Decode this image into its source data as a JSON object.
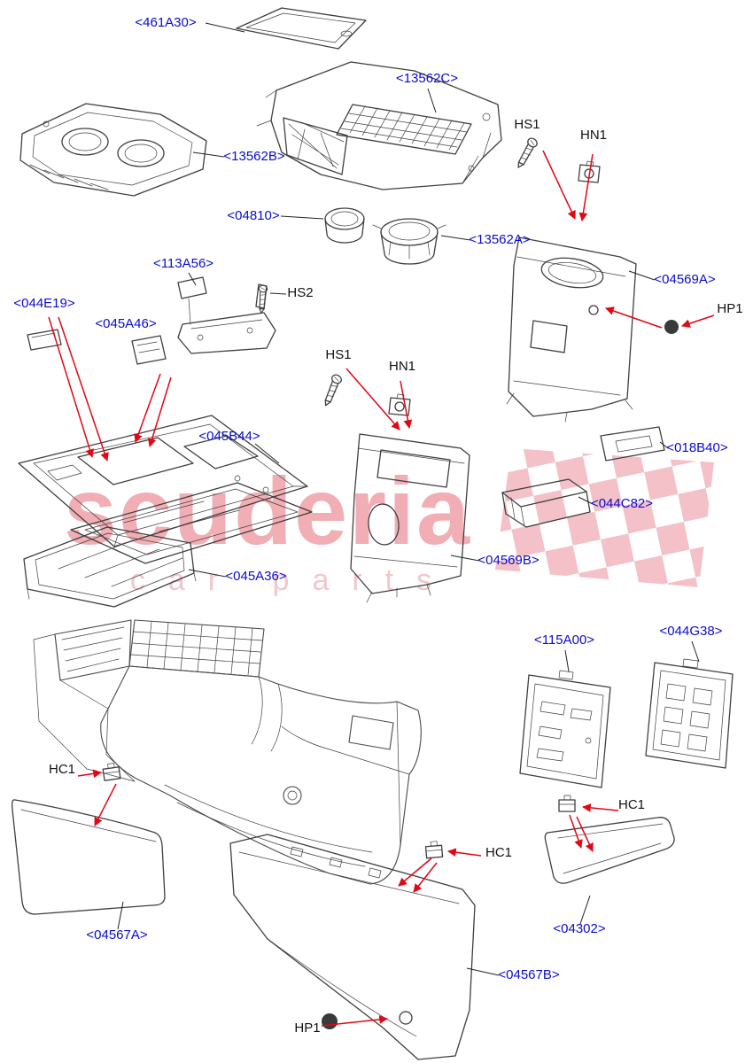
{
  "diagram": {
    "type": "exploded-parts-diagram",
    "subject": "Vehicle centre console components and fixings"
  },
  "watermark": {
    "brand": "scuderia",
    "subtitle": "car parts",
    "brand_color": "#ee9aa2",
    "subtitle_color": "#f3c3c8",
    "flag_color": "#f2bac1"
  },
  "colors": {
    "background": "#ffffff",
    "part_number_blue": "#0b0bcf",
    "hardware_label": "#111111",
    "leader_red": "#e30613",
    "leader_black": "#222222",
    "line_gray": "#3f3f3f"
  },
  "part_labels": [
    {
      "id": "461A30",
      "text": "<461A30>"
    },
    {
      "id": "13562C",
      "text": "<13562C>"
    },
    {
      "id": "13562B",
      "text": "<13562B>"
    },
    {
      "id": "04810",
      "text": "<04810>"
    },
    {
      "id": "13562A",
      "text": "<13562A>"
    },
    {
      "id": "113A56",
      "text": "<113A56>"
    },
    {
      "id": "044E19",
      "text": "<044E19>"
    },
    {
      "id": "045A46",
      "text": "<045A46>"
    },
    {
      "id": "045B44",
      "text": "<045B44>"
    },
    {
      "id": "04569A",
      "text": "<04569A>"
    },
    {
      "id": "018B40",
      "text": "<018B40>"
    },
    {
      "id": "044C82",
      "text": "<044C82>"
    },
    {
      "id": "04569B",
      "text": "<04569B>"
    },
    {
      "id": "045A36",
      "text": "<045A36>"
    },
    {
      "id": "115A00",
      "text": "<115A00>"
    },
    {
      "id": "044G38",
      "text": "<044G38>"
    },
    {
      "id": "04567A",
      "text": "<04567A>"
    },
    {
      "id": "04302",
      "text": "<04302>"
    },
    {
      "id": "04567B",
      "text": "<04567B>"
    }
  ],
  "hardware_labels": [
    {
      "text": "HS1",
      "icon": "screw-icon"
    },
    {
      "text": "HN1",
      "icon": "clip-nut-icon"
    },
    {
      "text": "HS2",
      "icon": "screw-icon"
    },
    {
      "text": "HS1",
      "icon": "screw-icon"
    },
    {
      "text": "HN1",
      "icon": "clip-nut-icon"
    },
    {
      "text": "HP1",
      "icon": "plug-icon"
    },
    {
      "text": "HC1",
      "icon": "clip-icon"
    },
    {
      "text": "HC1",
      "icon": "clip-icon"
    },
    {
      "text": "HC1",
      "icon": "clip-icon"
    },
    {
      "text": "HP1",
      "icon": "plug-icon"
    }
  ]
}
